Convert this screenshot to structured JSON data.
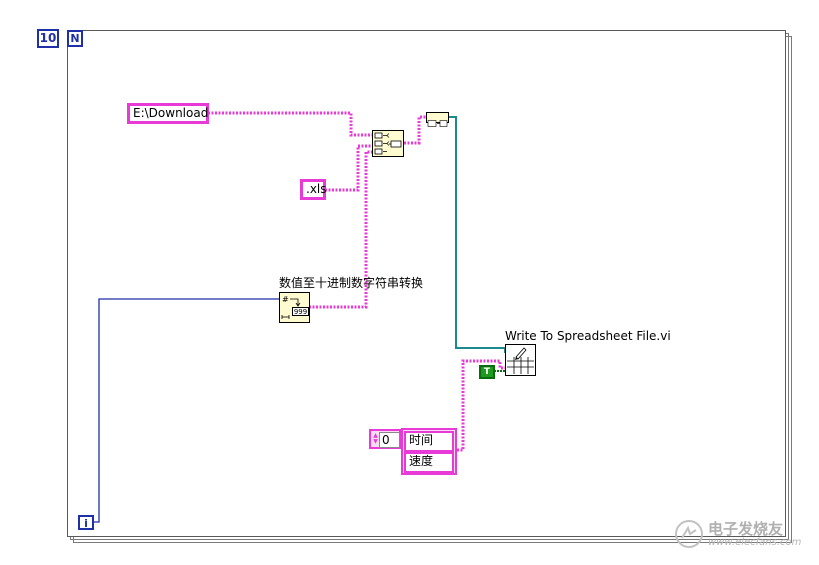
{
  "loop": {
    "count_value": "10",
    "count_terminal_label": "N",
    "iteration_label": "i"
  },
  "constants": {
    "path": "E:\\Download",
    "extension": ".xls",
    "transpose_bool": "T",
    "array_index": "0",
    "array_items": [
      "时间",
      "速度"
    ]
  },
  "nodes": {
    "number_to_decimal_string": "数值至十进制数字符串转换",
    "write_to_spreadsheet": "Write To Spreadsheet File.vi",
    "numeric_format_glyph": "999"
  },
  "watermark": {
    "text": "电子发烧友",
    "url": "www.elecfans.com"
  },
  "colors": {
    "string_wire": "#e83ad6",
    "int_wire": "#1f2fa8",
    "path_wire": "#1a8a8a",
    "bool_const": "#1e9b1e"
  }
}
